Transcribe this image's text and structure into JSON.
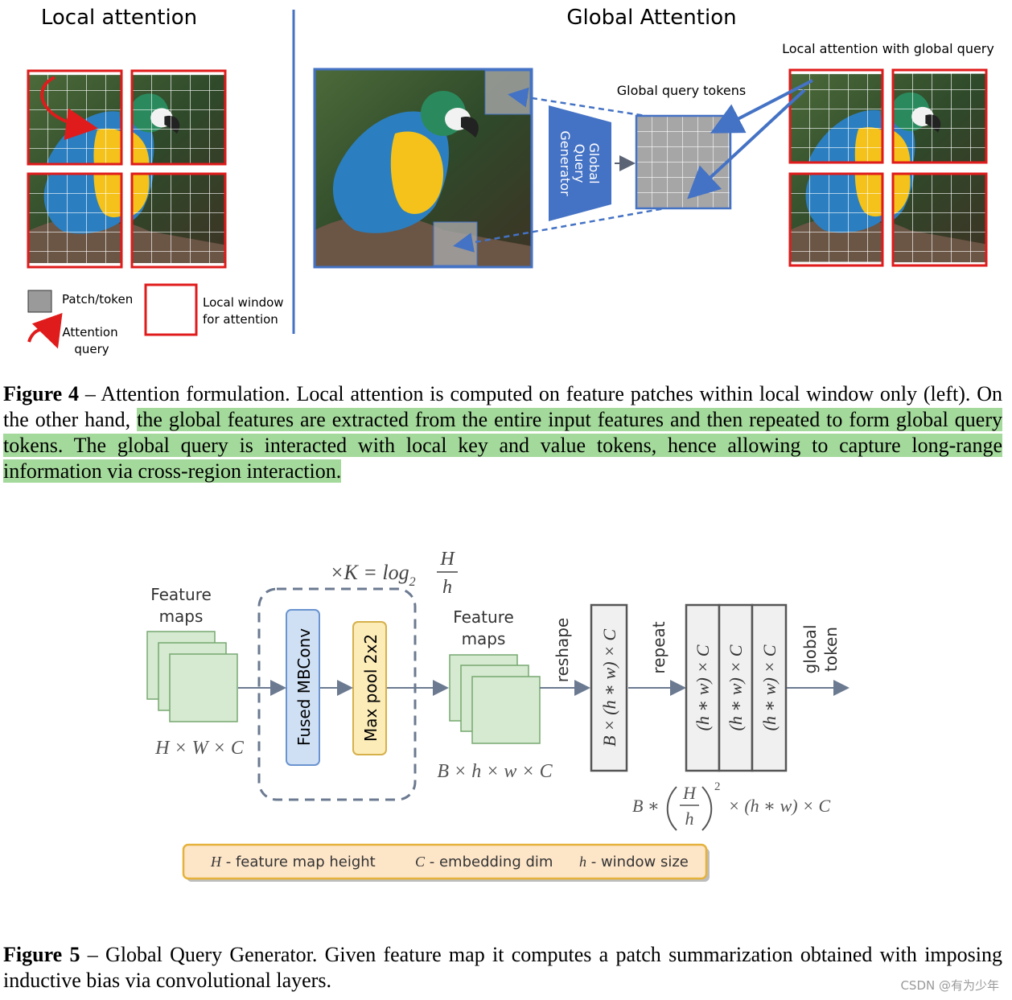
{
  "figure4": {
    "left_title": "Local attention",
    "right_title": "Global Attention",
    "global_query_tokens_label": "Global query tokens",
    "local_with_global_label": "Local attention with global query",
    "generator_label": [
      "Global",
      "Query",
      "Generator"
    ],
    "legend": {
      "patch": "Patch/token",
      "attention_query": [
        "Attention",
        "query"
      ],
      "local_window": [
        "Local window",
        "for attention"
      ]
    },
    "caption": {
      "label": "Figure 4",
      "plain": " – Attention formulation. Local attention is computed on feature patches within local window only (left). On the other hand, ",
      "highlighted": "the global features are extracted from the entire input features and then repeated to form global query tokens. The global query is interacted with local key and value tokens, hence allowing to capture long-range information via cross-region interaction."
    }
  },
  "figure5": {
    "feature_maps_in": [
      "Feature",
      "maps"
    ],
    "feature_maps_out": [
      "Feature",
      "maps"
    ],
    "dims_in": "H × W × C",
    "repeat_formula": "×K = log",
    "repeat_formula_sub": "2",
    "frac_num": "H",
    "frac_den": "h",
    "fused_mbconv": "Fused MBConv",
    "max_pool": "Max pool 2x2",
    "dims_mid": "B × h × w × C",
    "reshape": "reshape",
    "reshape_box": "B × (h ∗ w) × C",
    "repeat": "repeat",
    "stack_cell": "(h ∗ w) × C",
    "global_token": [
      "global",
      "token"
    ],
    "final_prefix": "B ∗",
    "final_exp": "2",
    "final_suffix": "× (h ∗ w) × C",
    "legend": {
      "h_sym": "H",
      "h_text": " - feature map height",
      "c_sym": "C",
      "c_text": " - embedding dim",
      "w_sym": "h",
      "w_text": " - window size"
    },
    "caption": {
      "label": "Figure 5",
      "text": " – Global Query Generator. Given feature map it computes a patch summarization obtained with imposing inductive bias via convolutional layers."
    }
  },
  "watermark": "CSDN @有为少年",
  "colors": {
    "window_red": "#e01b1b",
    "accent_blue": "#4472c4",
    "feature_green": "#d5ead0",
    "mbconv_blue": "#cfe0f5",
    "maxpool_yellow": "#fcecb8",
    "legend_orange": "#fde5c8",
    "highlight_green": "#a3d99a"
  }
}
